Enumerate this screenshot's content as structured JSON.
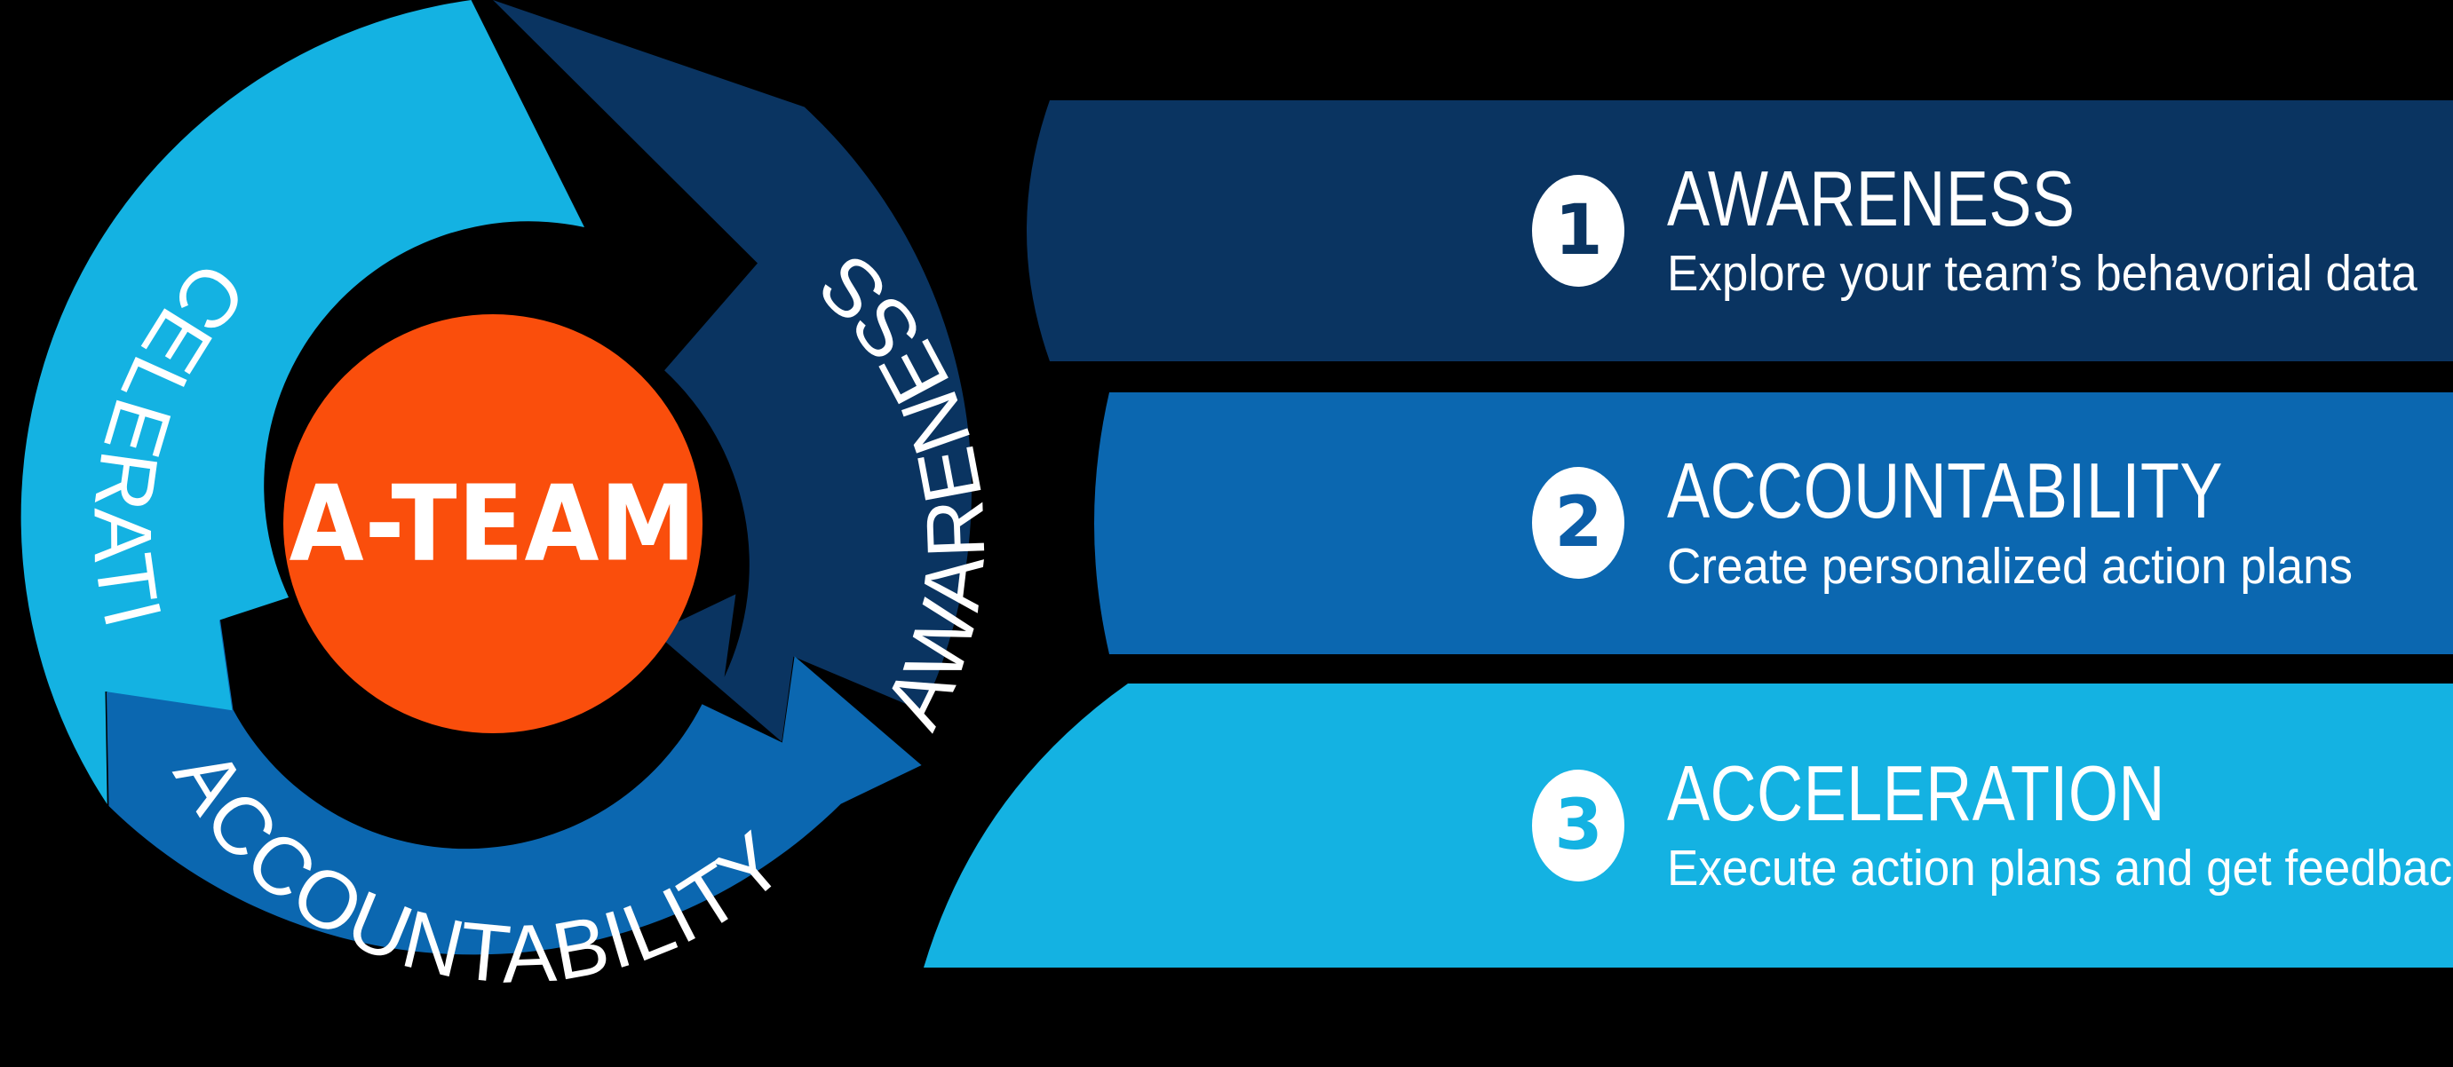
{
  "background_color": "#000000",
  "palette": {
    "navy": "#0A3461",
    "blue": "#0B67B0",
    "cyan": "#14B2E2",
    "orange": "#FA4E0C",
    "white": "#FFFFFF"
  },
  "wheel": {
    "center_label": "A-TEAM",
    "center_color": "#FA4E0C",
    "segments": [
      {
        "label": "AWARENESS",
        "color": "#0A3461"
      },
      {
        "label": "ACCOUNTABILITY",
        "color": "#0B67B0"
      },
      {
        "label": "ACCELERATION",
        "color": "#14B2E2"
      }
    ]
  },
  "steps": [
    {
      "number": "1",
      "title": "AWARENESS",
      "subtitle": "Explore your team’s behavorial data",
      "color": "#0A3461"
    },
    {
      "number": "2",
      "title": "ACCOUNTABILITY",
      "subtitle": "Create personalized action plans",
      "color": "#0B67B0"
    },
    {
      "number": "3",
      "title": "ACCELERATION",
      "subtitle": "Execute action plans and get feedback",
      "color": "#14B2E2"
    }
  ]
}
